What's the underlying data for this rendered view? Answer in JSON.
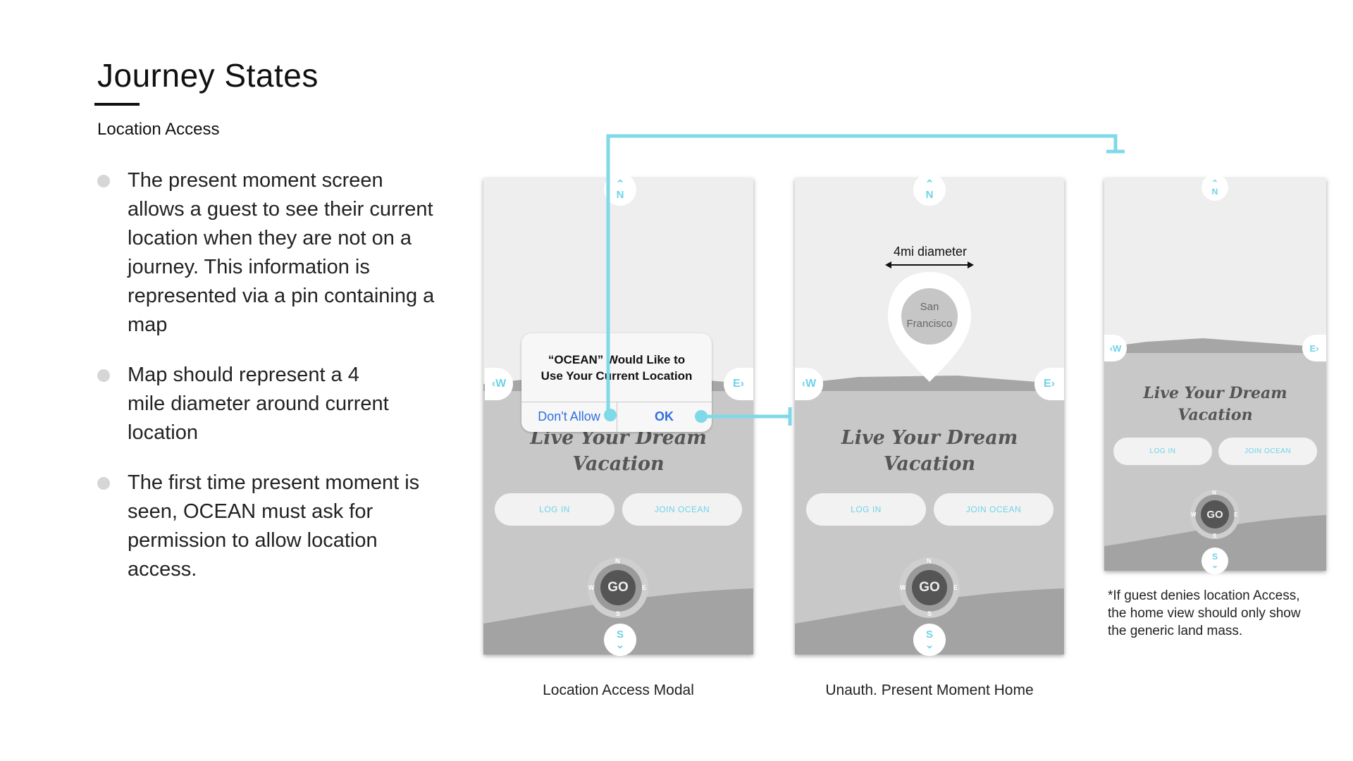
{
  "header": {
    "title": "Journey States",
    "subtitle": "Location Access"
  },
  "bullets": [
    "The present moment screen allows a guest to see their current location when they are not on a journey. This information is represented via a pin containing a map",
    "Map should represent a 4 mile diameter around current location",
    "The first time present moment is seen, OCEAN must ask for permission to allow location access."
  ],
  "phone": {
    "north": "N",
    "south": "S",
    "east": "E",
    "west": "W",
    "headline_line1": "Live Your Dream",
    "headline_line2": "Vacation",
    "login_label": "LOG IN",
    "join_label": "JOIN OCEAN",
    "go_label": "GO",
    "compass_n": "N",
    "compass_s": "S",
    "compass_e": "E",
    "compass_w": "W"
  },
  "dialog": {
    "message_line1": "“OCEAN” Would Like to",
    "message_line2": "Use Your Current Location",
    "deny_label": "Don't Allow",
    "ok_label": "OK"
  },
  "pin": {
    "distance_label": "4mi diameter",
    "city_line1": "San",
    "city_line2": "Francisco"
  },
  "captions": {
    "screen1": "Location Access Modal",
    "screen2": "Unauth. Present Moment Home",
    "note": "*If guest denies location Access, the home view should only show the generic land mass."
  },
  "colors": {
    "accent": "#6fd3e8",
    "ios_blue": "#2f6fe0",
    "flow_line": "#7fd9e8"
  }
}
